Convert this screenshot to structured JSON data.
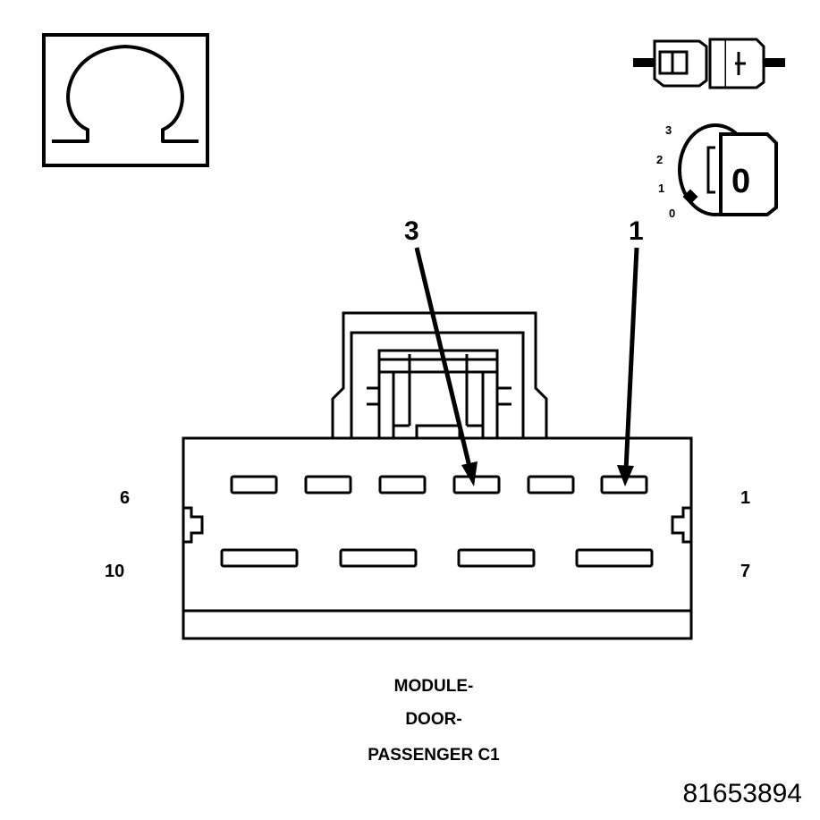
{
  "ohmmeter_icon": {
    "symbol": "Ω",
    "icon": "ohm-icon"
  },
  "disconnect_icon": {
    "icon": "connector-disconnect-icon"
  },
  "ignition_icon": {
    "icon": "ignition-key-icon",
    "positions": [
      "3",
      "2",
      "1",
      "0"
    ],
    "key_label": "0"
  },
  "callouts": [
    {
      "label": "3"
    },
    {
      "label": "1"
    }
  ],
  "connector": {
    "top_row": {
      "left_pin": "6",
      "right_pin": "1"
    },
    "bottom_row": {
      "left_pin": "10",
      "right_pin": "7"
    },
    "name_lines": [
      "MODULE-",
      "DOOR-",
      "PASSENGER C1"
    ]
  },
  "figure_id": "81653894"
}
